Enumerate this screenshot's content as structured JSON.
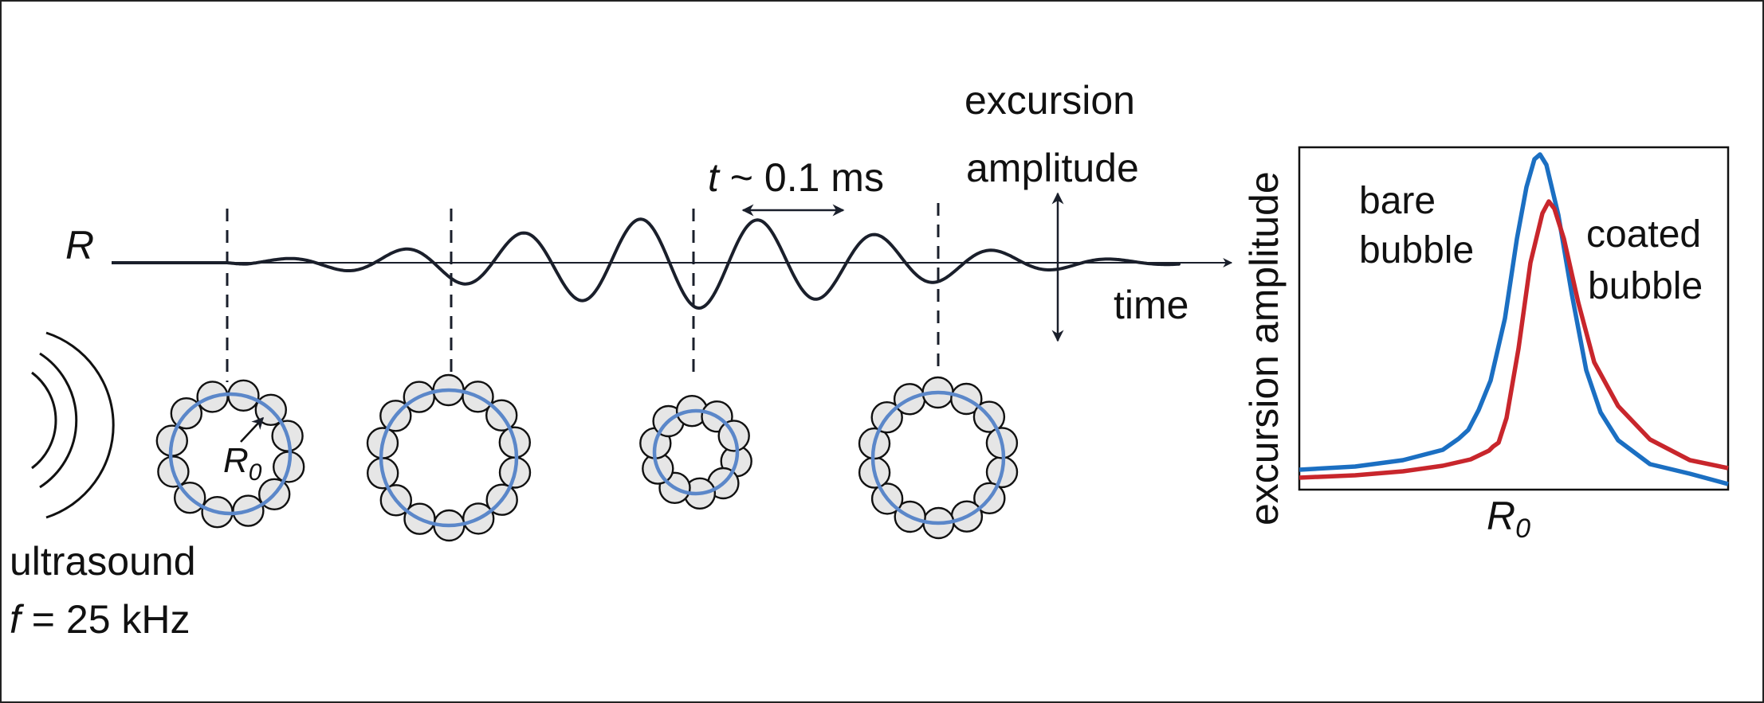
{
  "diagram": {
    "wave": {
      "axis_label": "R",
      "time_label": "time",
      "period_label_var": "t",
      "period_label_rest": " ~ 0.1 ms",
      "excursion_label_line1": "excursion",
      "excursion_label_line2": "amplitude"
    },
    "ultrasound": {
      "label_line1": "ultrasound",
      "label_var": "f",
      "label_rest": " = 25 kHz"
    },
    "bubble_radius_var": "R",
    "bubble_radius_sub": "0",
    "colors": {
      "bare": "#1b6fc2",
      "coated": "#c8262c",
      "bubble_core": "#5b87c9",
      "particle_fill": "#e6e6e6",
      "ink": "#1a1f2b"
    }
  },
  "chart_data": {
    "type": "line",
    "ylabel": "excursion amplitude",
    "xlabel_var": "R",
    "xlabel_sub": "0",
    "series": [
      {
        "name_line1": "bare",
        "name_line2": "bubble",
        "color": "#1b6fc2"
      },
      {
        "name_line1": "coated",
        "name_line2": "bubble",
        "color": "#c8262c"
      }
    ]
  }
}
